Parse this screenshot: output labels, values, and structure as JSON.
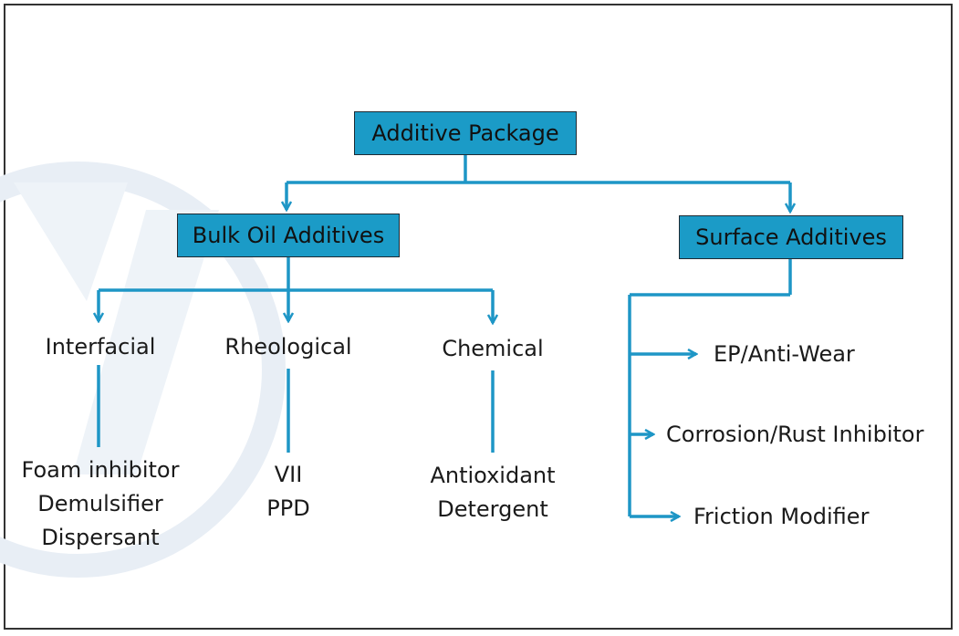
{
  "root": {
    "label": "Additive Package"
  },
  "bulk": {
    "label": "Bulk Oil Additives",
    "categories": [
      {
        "label": "Interfacial",
        "items": [
          "Foam inhibitor",
          "Demulsifier",
          "Dispersant"
        ]
      },
      {
        "label": "Rheological",
        "items": [
          "VII",
          "PPD"
        ]
      },
      {
        "label": "Chemical",
        "items": [
          "Antioxidant",
          "Detergent"
        ]
      }
    ]
  },
  "surface": {
    "label": "Surface Additives",
    "items": [
      "EP/Anti-Wear",
      "Corrosion/Rust Inhibitor",
      "Friction Modifier"
    ]
  },
  "colors": {
    "accent": "#1b9bc7",
    "line": "#1e96c6",
    "border": "#333333",
    "watermark": "#e6edf4"
  }
}
